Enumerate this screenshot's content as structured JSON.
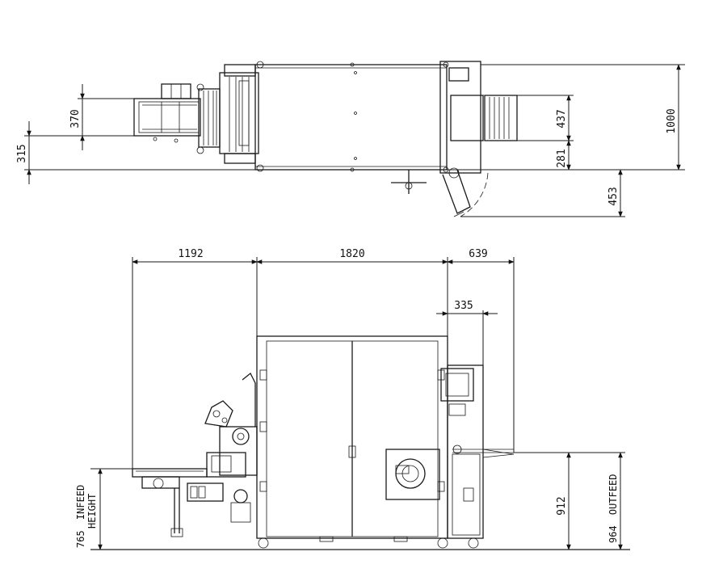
{
  "top_view": {
    "dims": {
      "d370": "370",
      "d315": "315",
      "d437": "437",
      "d281": "281",
      "d1000": "1000",
      "d453": "453"
    }
  },
  "side_view": {
    "dims": {
      "d1192": "1192",
      "d1820": "1820",
      "d639": "639",
      "d335": "335",
      "d912": "912"
    },
    "infeed": {
      "value": "765",
      "line1": "INFEED",
      "line2": "HEIGHT"
    },
    "outfeed": {
      "value": "964",
      "label": "OUTFEED"
    }
  }
}
